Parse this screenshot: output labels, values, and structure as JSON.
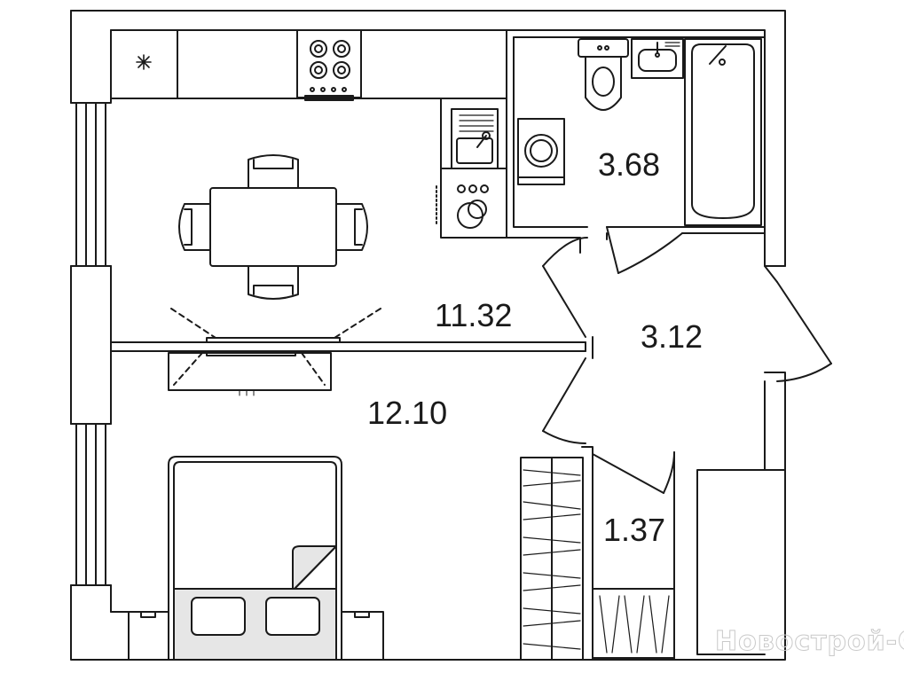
{
  "rooms": {
    "kitchen_living": {
      "area": "11.32"
    },
    "bedroom": {
      "area": "12.10"
    },
    "bathroom": {
      "area": "3.68"
    },
    "hall": {
      "area": "3.12"
    },
    "storage": {
      "area": "1.37"
    }
  },
  "watermark": "Новострой-СПб",
  "colors": {
    "wall": "#1a1a1a",
    "furniture_fill": "#e6e6e6",
    "background": "#ffffff"
  }
}
